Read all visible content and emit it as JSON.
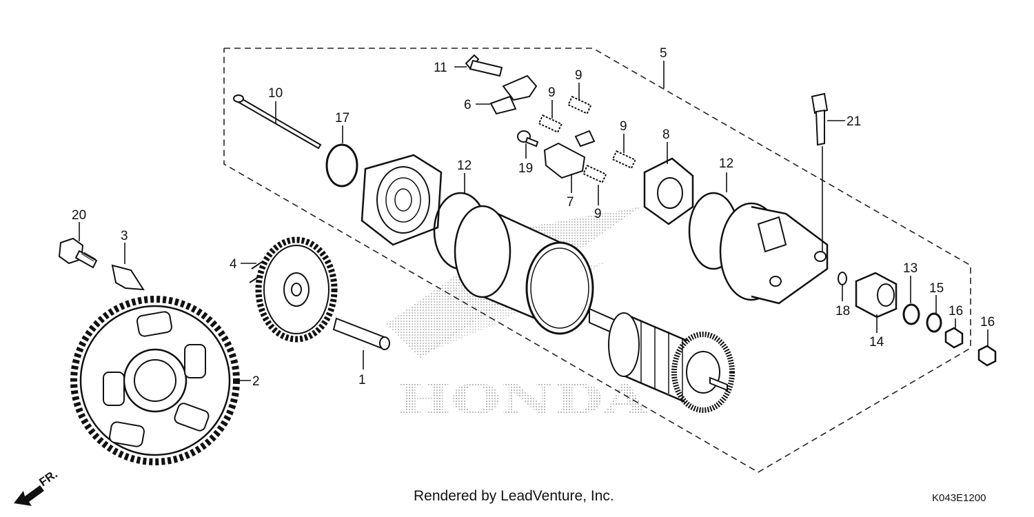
{
  "diagram": {
    "watermark_text": "HONDA",
    "direction_label": "FR.",
    "footer_credit": "Rendered by LeadVenture, Inc.",
    "footer_code": "K043E1200",
    "callouts": [
      "1",
      "2",
      "3",
      "4",
      "5",
      "6",
      "7",
      "8",
      "9",
      "9",
      "9",
      "9",
      "10",
      "11",
      "12",
      "12",
      "13",
      "14",
      "15",
      "16",
      "16",
      "17",
      "18",
      "19",
      "20",
      "21"
    ]
  }
}
